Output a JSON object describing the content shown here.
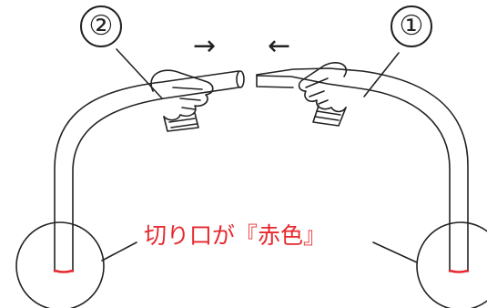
{
  "labels": {
    "hose_1": "①",
    "hose_2": "②",
    "arrow_in_right": "→",
    "arrow_in_left": "←"
  },
  "callout": {
    "text": "切り口が『赤色』"
  },
  "colors": {
    "line": "#222222",
    "accent": "#e6282d"
  }
}
